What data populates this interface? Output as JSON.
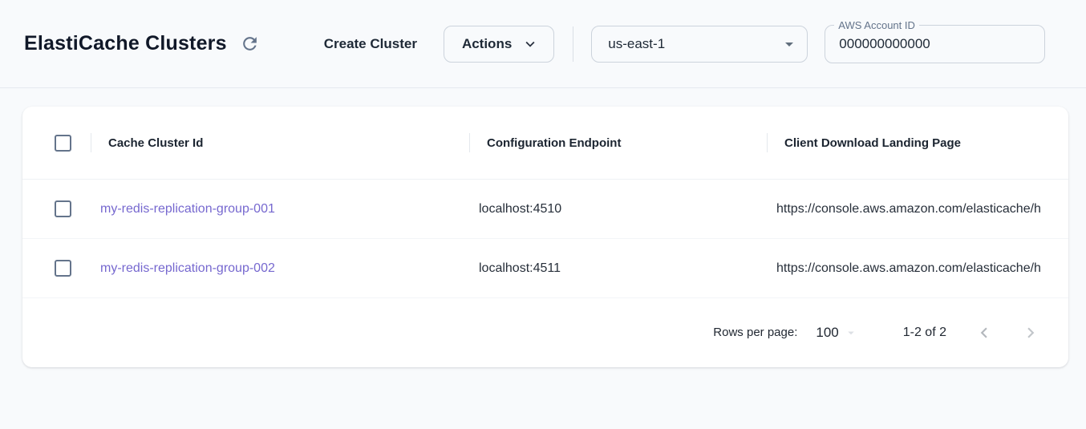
{
  "header": {
    "title": "ElastiCache Clusters",
    "create_button": "Create Cluster",
    "actions_button": "Actions",
    "region_selected": "us-east-1",
    "account_field": {
      "label": "AWS Account ID",
      "value": "000000000000"
    }
  },
  "table": {
    "columns": {
      "id": "Cache Cluster Id",
      "endpoint": "Configuration Endpoint",
      "landing_page": "Client Download Landing Page"
    },
    "rows": [
      {
        "id": "my-redis-replication-group-001",
        "endpoint": "localhost:4510",
        "landing_page": "https://console.aws.amazon.com/elasticache/h"
      },
      {
        "id": "my-redis-replication-group-002",
        "endpoint": "localhost:4511",
        "landing_page": "https://console.aws.amazon.com/elasticache/h"
      }
    ]
  },
  "pagination": {
    "rows_per_page_label": "Rows per page:",
    "rows_per_page_value": "100",
    "range_label": "1-2 of 2"
  },
  "colors": {
    "link_purple": "#7668cf",
    "icon_slate": "#64748b",
    "border_gray": "#ccd3dc",
    "page_background": "#f8fafc"
  },
  "icons": {
    "refresh": "refresh-icon",
    "actions_chevron": "chevron-down-icon",
    "region_caret": "caret-down-icon",
    "rpp_caret": "caret-down-icon",
    "prev": "chevron-left-icon",
    "next": "chevron-right-icon"
  }
}
